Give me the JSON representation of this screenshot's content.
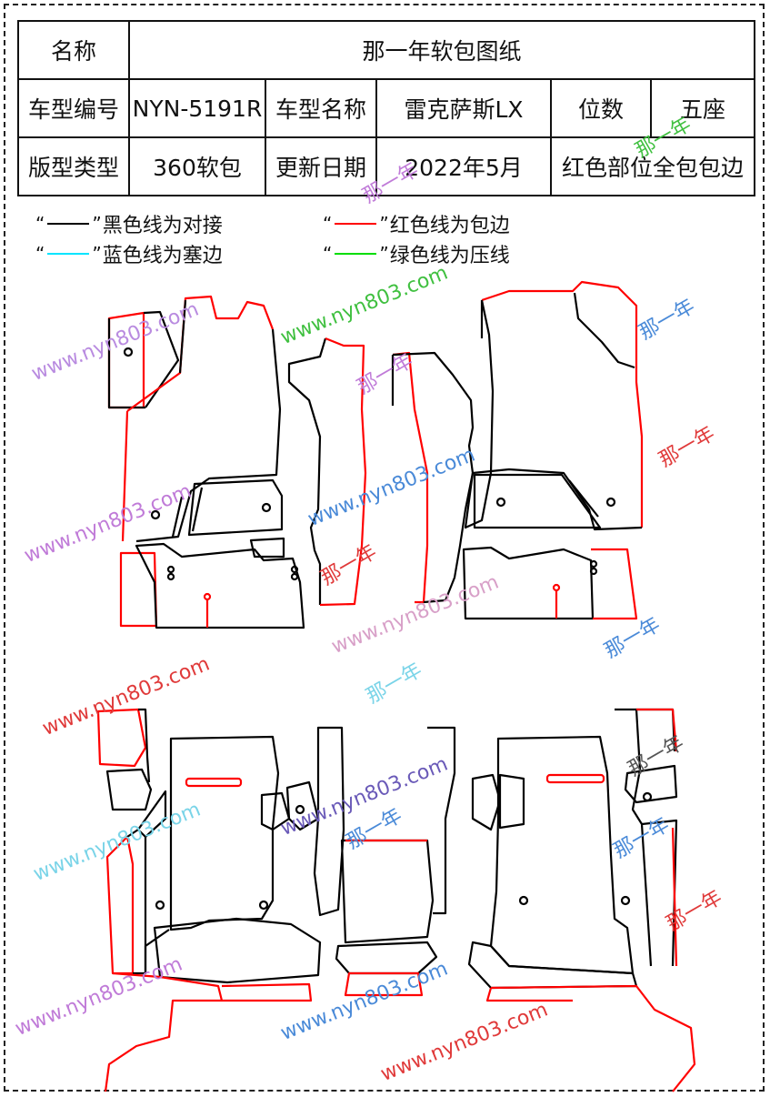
{
  "spec_table": {
    "row1": {
      "name_label": "名称",
      "name_value": "那一年软包图纸"
    },
    "row2": {
      "model_code_label": "车型编号",
      "model_code_value": "NYN-5191R",
      "model_name_label": "车型名称",
      "model_name_value": "雷克萨斯LX",
      "seats_label": "位数",
      "seats_value": "五座"
    },
    "row3": {
      "pattern_type_label": "版型类型",
      "pattern_type_value": "360软包",
      "update_date_label": "更新日期",
      "update_date_value": "2022年5月",
      "note_value": "红色部位全包包边"
    }
  },
  "legend": [
    {
      "text": "黑色线为对接",
      "color": "#000000"
    },
    {
      "text": "红色线为包边",
      "color": "#ff0000"
    },
    {
      "text": "蓝色线为塞边",
      "color": "#00e5ff"
    },
    {
      "text": "绿色线为压线",
      "color": "#00dd00"
    }
  ],
  "legend_quote_open": "“",
  "legend_quote_close": "”",
  "watermarks": {
    "url": "www.nyn803.com",
    "brand": "那一年",
    "colors": [
      "#c07bd8",
      "#3fa0e0",
      "#e03a3a",
      "#2ea84a",
      "#d8a0c8",
      "#4a8ad8",
      "#e05050"
    ]
  },
  "line_colors": {
    "butt_joint": "#000000",
    "edge_binding": "#ff0000"
  }
}
